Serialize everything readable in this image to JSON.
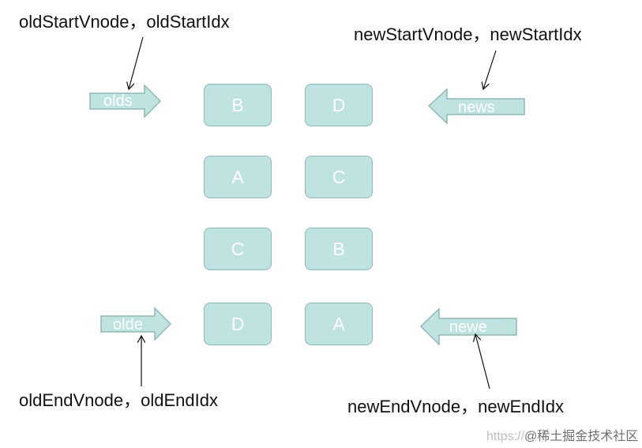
{
  "labels": {
    "old_start": "oldStartVnode，oldStartIdx",
    "new_start": "newStartVnode，newStartIdx",
    "old_end": "oldEndVnode，oldEndIdx",
    "new_end": "newEndVnode，newEndIdx"
  },
  "pointers": {
    "olds": "olds",
    "news": "news",
    "olde": "olde",
    "newe": "newe"
  },
  "old_children": [
    "B",
    "A",
    "C",
    "D"
  ],
  "new_children": [
    "D",
    "C",
    "B",
    "A"
  ],
  "watermark": {
    "prefix": "https://",
    "brand": "@稀土掘金技术社区"
  },
  "colors": {
    "node_fill": "#bfe3e1",
    "node_border": "#8fb9b6",
    "arrow_fill": "#bfe3e1",
    "arrow_border": "#8fb9b6",
    "text": "#111111"
  }
}
